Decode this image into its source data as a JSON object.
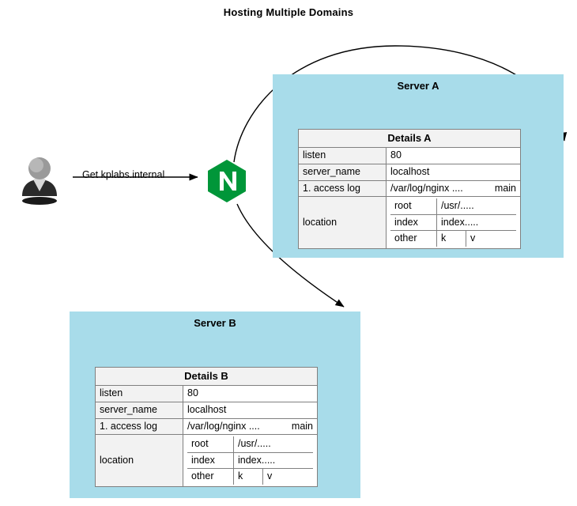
{
  "title": "Hosting Multiple Domains",
  "request": {
    "label": "Get kplabs.internal"
  },
  "icons": {
    "user": "user-icon",
    "nginx": "nginx-logo-icon"
  },
  "colors": {
    "server_box": "#a8dcea",
    "nginx_green": "#009639",
    "table_header": "#f2f2f2",
    "border": "#808080"
  },
  "servers": [
    {
      "name": "Server A",
      "table": {
        "caption": "Details A",
        "rows": [
          {
            "label": "listen",
            "value": "80"
          },
          {
            "label": "server_name",
            "value": "localhost"
          },
          {
            "label": "1. access log",
            "value": "/var/log/nginx ....",
            "extra": "main"
          },
          {
            "label": "location",
            "sub": [
              {
                "key": "root",
                "value": "/usr/....."
              },
              {
                "key": "index",
                "value": "index....."
              },
              {
                "key": "other",
                "value": "k",
                "value2": "v"
              }
            ]
          }
        ]
      }
    },
    {
      "name": "Server B",
      "table": {
        "caption": "Details B",
        "rows": [
          {
            "label": "listen",
            "value": "80"
          },
          {
            "label": "server_name",
            "value": "localhost"
          },
          {
            "label": "1. access log",
            "value": "/var/log/nginx ....",
            "extra": "main"
          },
          {
            "label": "location",
            "sub": [
              {
                "key": "root",
                "value": "/usr/....."
              },
              {
                "key": "index",
                "value": "index....."
              },
              {
                "key": "other",
                "value": "k",
                "value2": "v"
              }
            ]
          }
        ]
      }
    }
  ]
}
